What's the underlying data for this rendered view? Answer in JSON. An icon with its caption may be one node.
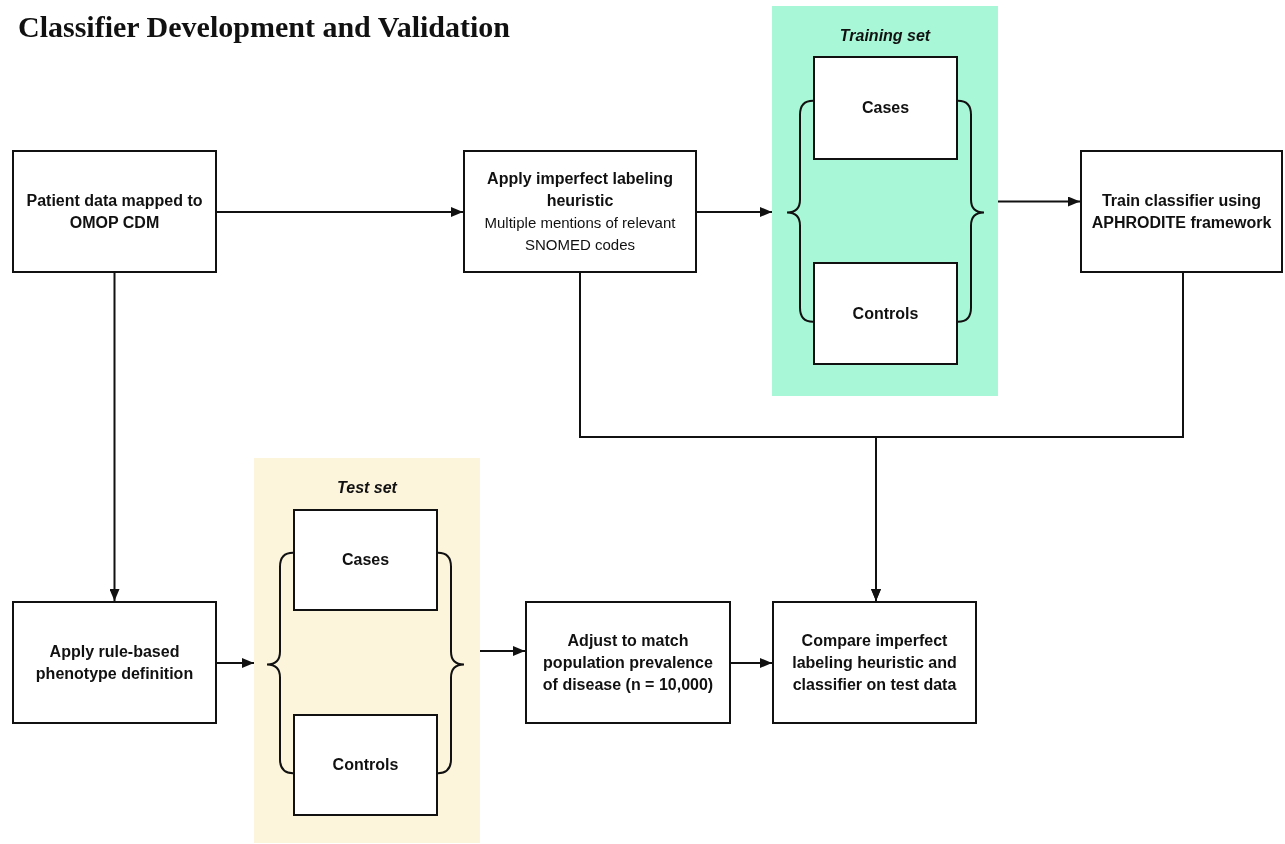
{
  "diagram": {
    "title": "Classifier Development and Validation",
    "nodes": [
      {
        "text": [
          "Patient data mapped to OMOP CDM"
        ]
      },
      {
        "text": [
          "Apply imperfect labeling heuristic",
          "Multiple mentions of relevant SNOMED codes"
        ]
      },
      {
        "text": [
          "Training set"
        ]
      },
      {
        "text": [
          "Cases"
        ],
        "in": 2
      },
      {
        "text": [
          "Controls"
        ],
        "in": 2
      },
      {
        "text": [
          "Train classifier using APHRODITE framework"
        ]
      },
      {
        "text": [
          "Test set"
        ]
      },
      {
        "text": [
          "Cases"
        ],
        "in": 6
      },
      {
        "text": [
          "Controls"
        ],
        "in": 6
      },
      {
        "text": [
          "Apply rule-based phenotype definition"
        ]
      },
      {
        "text": [
          "Adjust to match population prevalence of disease (n = 10,000)"
        ]
      },
      {
        "text": [
          "Compare imperfect labeling heuristic and classifier on test data"
        ]
      }
    ],
    "edges": [
      {
        "from": 0,
        "to": 1,
        "arrow": "to"
      },
      {
        "from": 1,
        "to": 2,
        "arrow": "to"
      },
      {
        "from": 2,
        "to": 5,
        "arrow": "to"
      },
      {
        "from": 0,
        "to": 9,
        "arrow": "to"
      },
      {
        "from": 9,
        "to": 6,
        "arrow": "to"
      },
      {
        "from": 6,
        "to": 10,
        "arrow": "to"
      },
      {
        "from": 10,
        "to": 11,
        "arrow": "to"
      },
      {
        "from": 1,
        "to": 11,
        "arrow": "to"
      },
      {
        "from": 5,
        "to": 11,
        "arrow": "to"
      }
    ]
  }
}
